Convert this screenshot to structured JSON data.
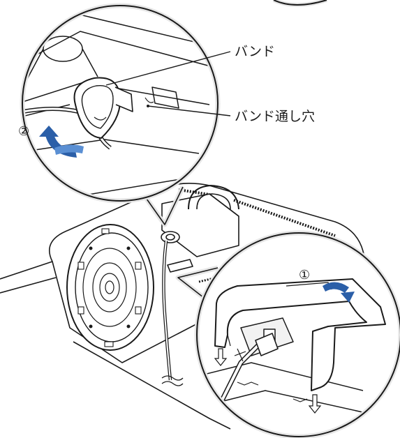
{
  "labels": {
    "band": "バンド",
    "band_hole": "バンド通し穴",
    "step1": "①",
    "step2": "②"
  },
  "colors": {
    "accent_blue": "#2b5fa8",
    "accent_blue_light": "#5a8fd3",
    "line": "#1a1a1a",
    "halo": "#e6e6e6"
  }
}
